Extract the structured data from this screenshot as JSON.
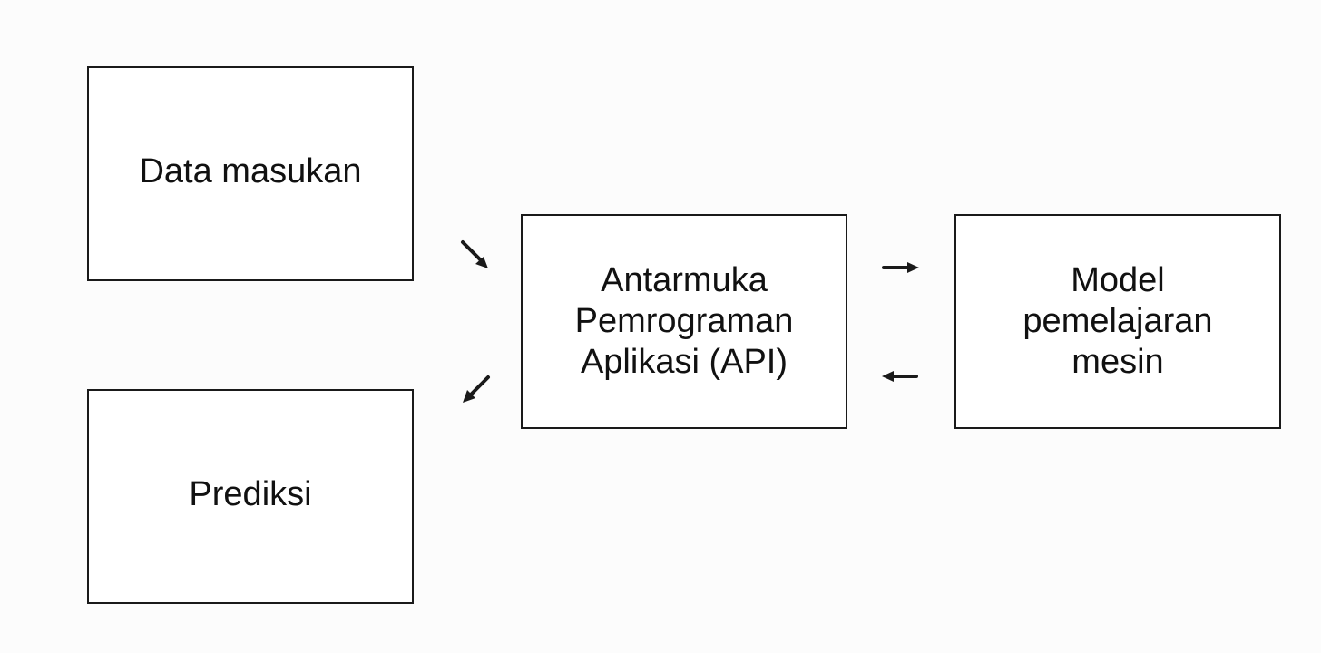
{
  "diagram": {
    "nodes": {
      "input": {
        "label": "Data masukan"
      },
      "output": {
        "label": "Prediksi"
      },
      "api": {
        "label": "Antarmuka\nPemrograman\nAplikasi (API)"
      },
      "model": {
        "label": "Model\npemelajaran\nmesin"
      }
    },
    "edges": [
      {
        "from": "input",
        "to": "api"
      },
      {
        "from": "api",
        "to": "model"
      },
      {
        "from": "model",
        "to": "api"
      },
      {
        "from": "api",
        "to": "output"
      }
    ],
    "colors": {
      "stroke": "#1a1a1a",
      "text": "#111111",
      "background": "#fcfcfc"
    }
  }
}
